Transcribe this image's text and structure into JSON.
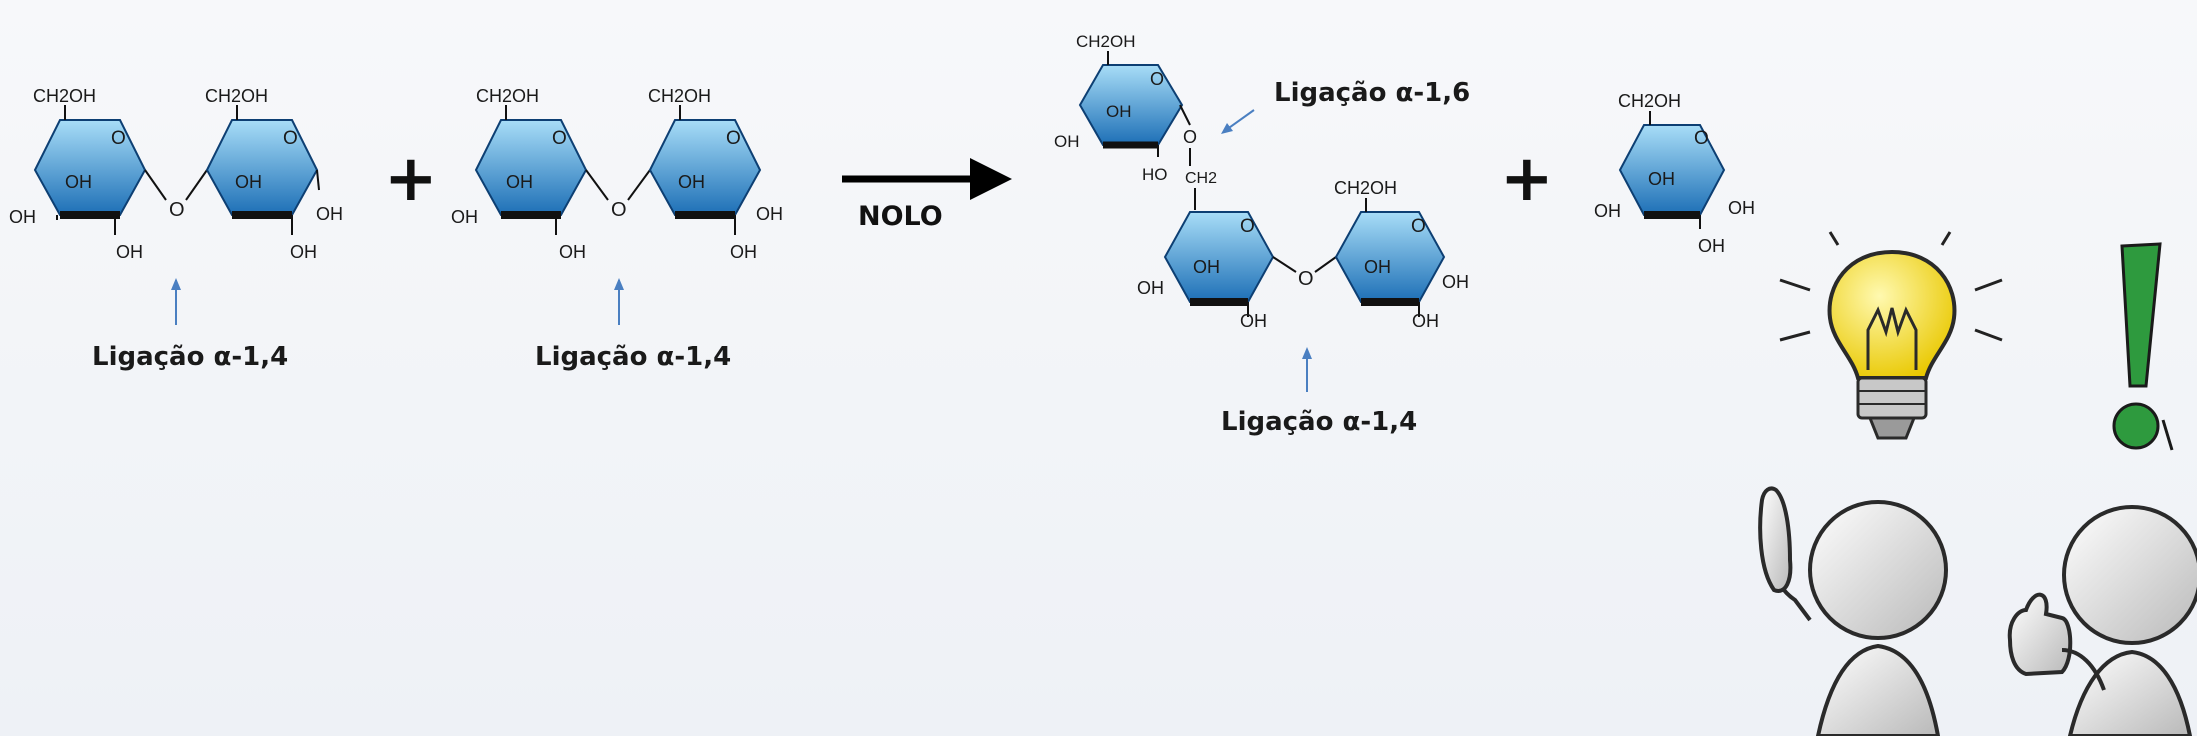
{
  "reactants": {
    "left_disaccharide": {
      "ring1": {
        "ch2oh": "CH2OH",
        "o": "O",
        "oh_in": "OH",
        "oh_left": "OH",
        "oh_bottom": "OH"
      },
      "ring2": {
        "ch2oh": "CH2OH",
        "o": "O",
        "oh_in": "OH",
        "oh_right": "OH",
        "oh_bottom": "OH"
      },
      "bridge_o": "O",
      "bond_label": "Ligação α-1,4"
    },
    "plus": "+",
    "right_disaccharide": {
      "ring1": {
        "ch2oh": "CH2OH",
        "o": "O",
        "oh_in": "OH",
        "oh_left": "OH",
        "oh_bottom": "OH"
      },
      "ring2": {
        "ch2oh": "CH2OH",
        "o": "O",
        "oh_in": "OH",
        "oh_right": "OH",
        "oh_bottom": "OH"
      },
      "bridge_o": "O",
      "bond_label": "Ligação α-1,4"
    }
  },
  "reaction": {
    "enzyme_label": "NOLO"
  },
  "products": {
    "branched": {
      "top_ring": {
        "ch2oh": "CH2OH",
        "o": "O",
        "oh_in": "OH",
        "oh_left": "OH",
        "ho_bottom": "HO"
      },
      "link_o": "O",
      "ch2": "CH2",
      "ring_a": {
        "o": "O",
        "oh_in": "OH",
        "oh_left": "OH",
        "oh_bottom": "OH"
      },
      "ring_b": {
        "ch2oh": "CH2OH",
        "o": "O",
        "oh_in": "OH",
        "oh_right": "OH",
        "oh_bottom": "OH"
      },
      "bridge_o": "O",
      "bond_label_16": "Ligação α-1,6",
      "bond_label_14": "Ligação α-1,4"
    },
    "plus": "+",
    "glucose": {
      "ch2oh": "CH2OH",
      "o": "O",
      "oh_in": "OH",
      "oh_left": "OH",
      "oh_right": "OH",
      "oh_bottom": "OH"
    }
  },
  "colors": {
    "ring_light": "#8fd3f4",
    "ring_dark": "#1e6fb8",
    "arrow_blue": "#4a7fc1",
    "bulb_yellow": "#f5d90a",
    "exclaim_green": "#2e9a3e"
  },
  "icons": [
    "lightbulb-icon",
    "exclamation-icon"
  ]
}
